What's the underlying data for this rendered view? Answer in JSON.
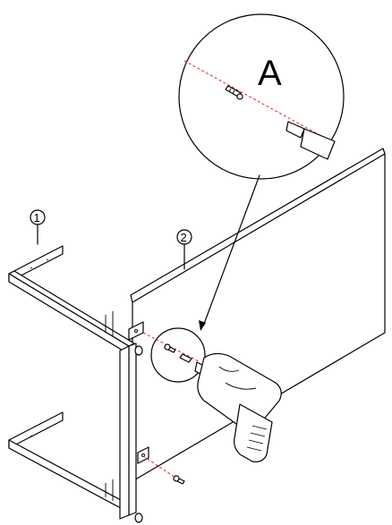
{
  "detail": {
    "label": "A"
  },
  "callouts": [
    {
      "number": "1"
    },
    {
      "number": "2"
    }
  ],
  "colors": {
    "guide_line": "#e02020",
    "outline": "#000000"
  }
}
